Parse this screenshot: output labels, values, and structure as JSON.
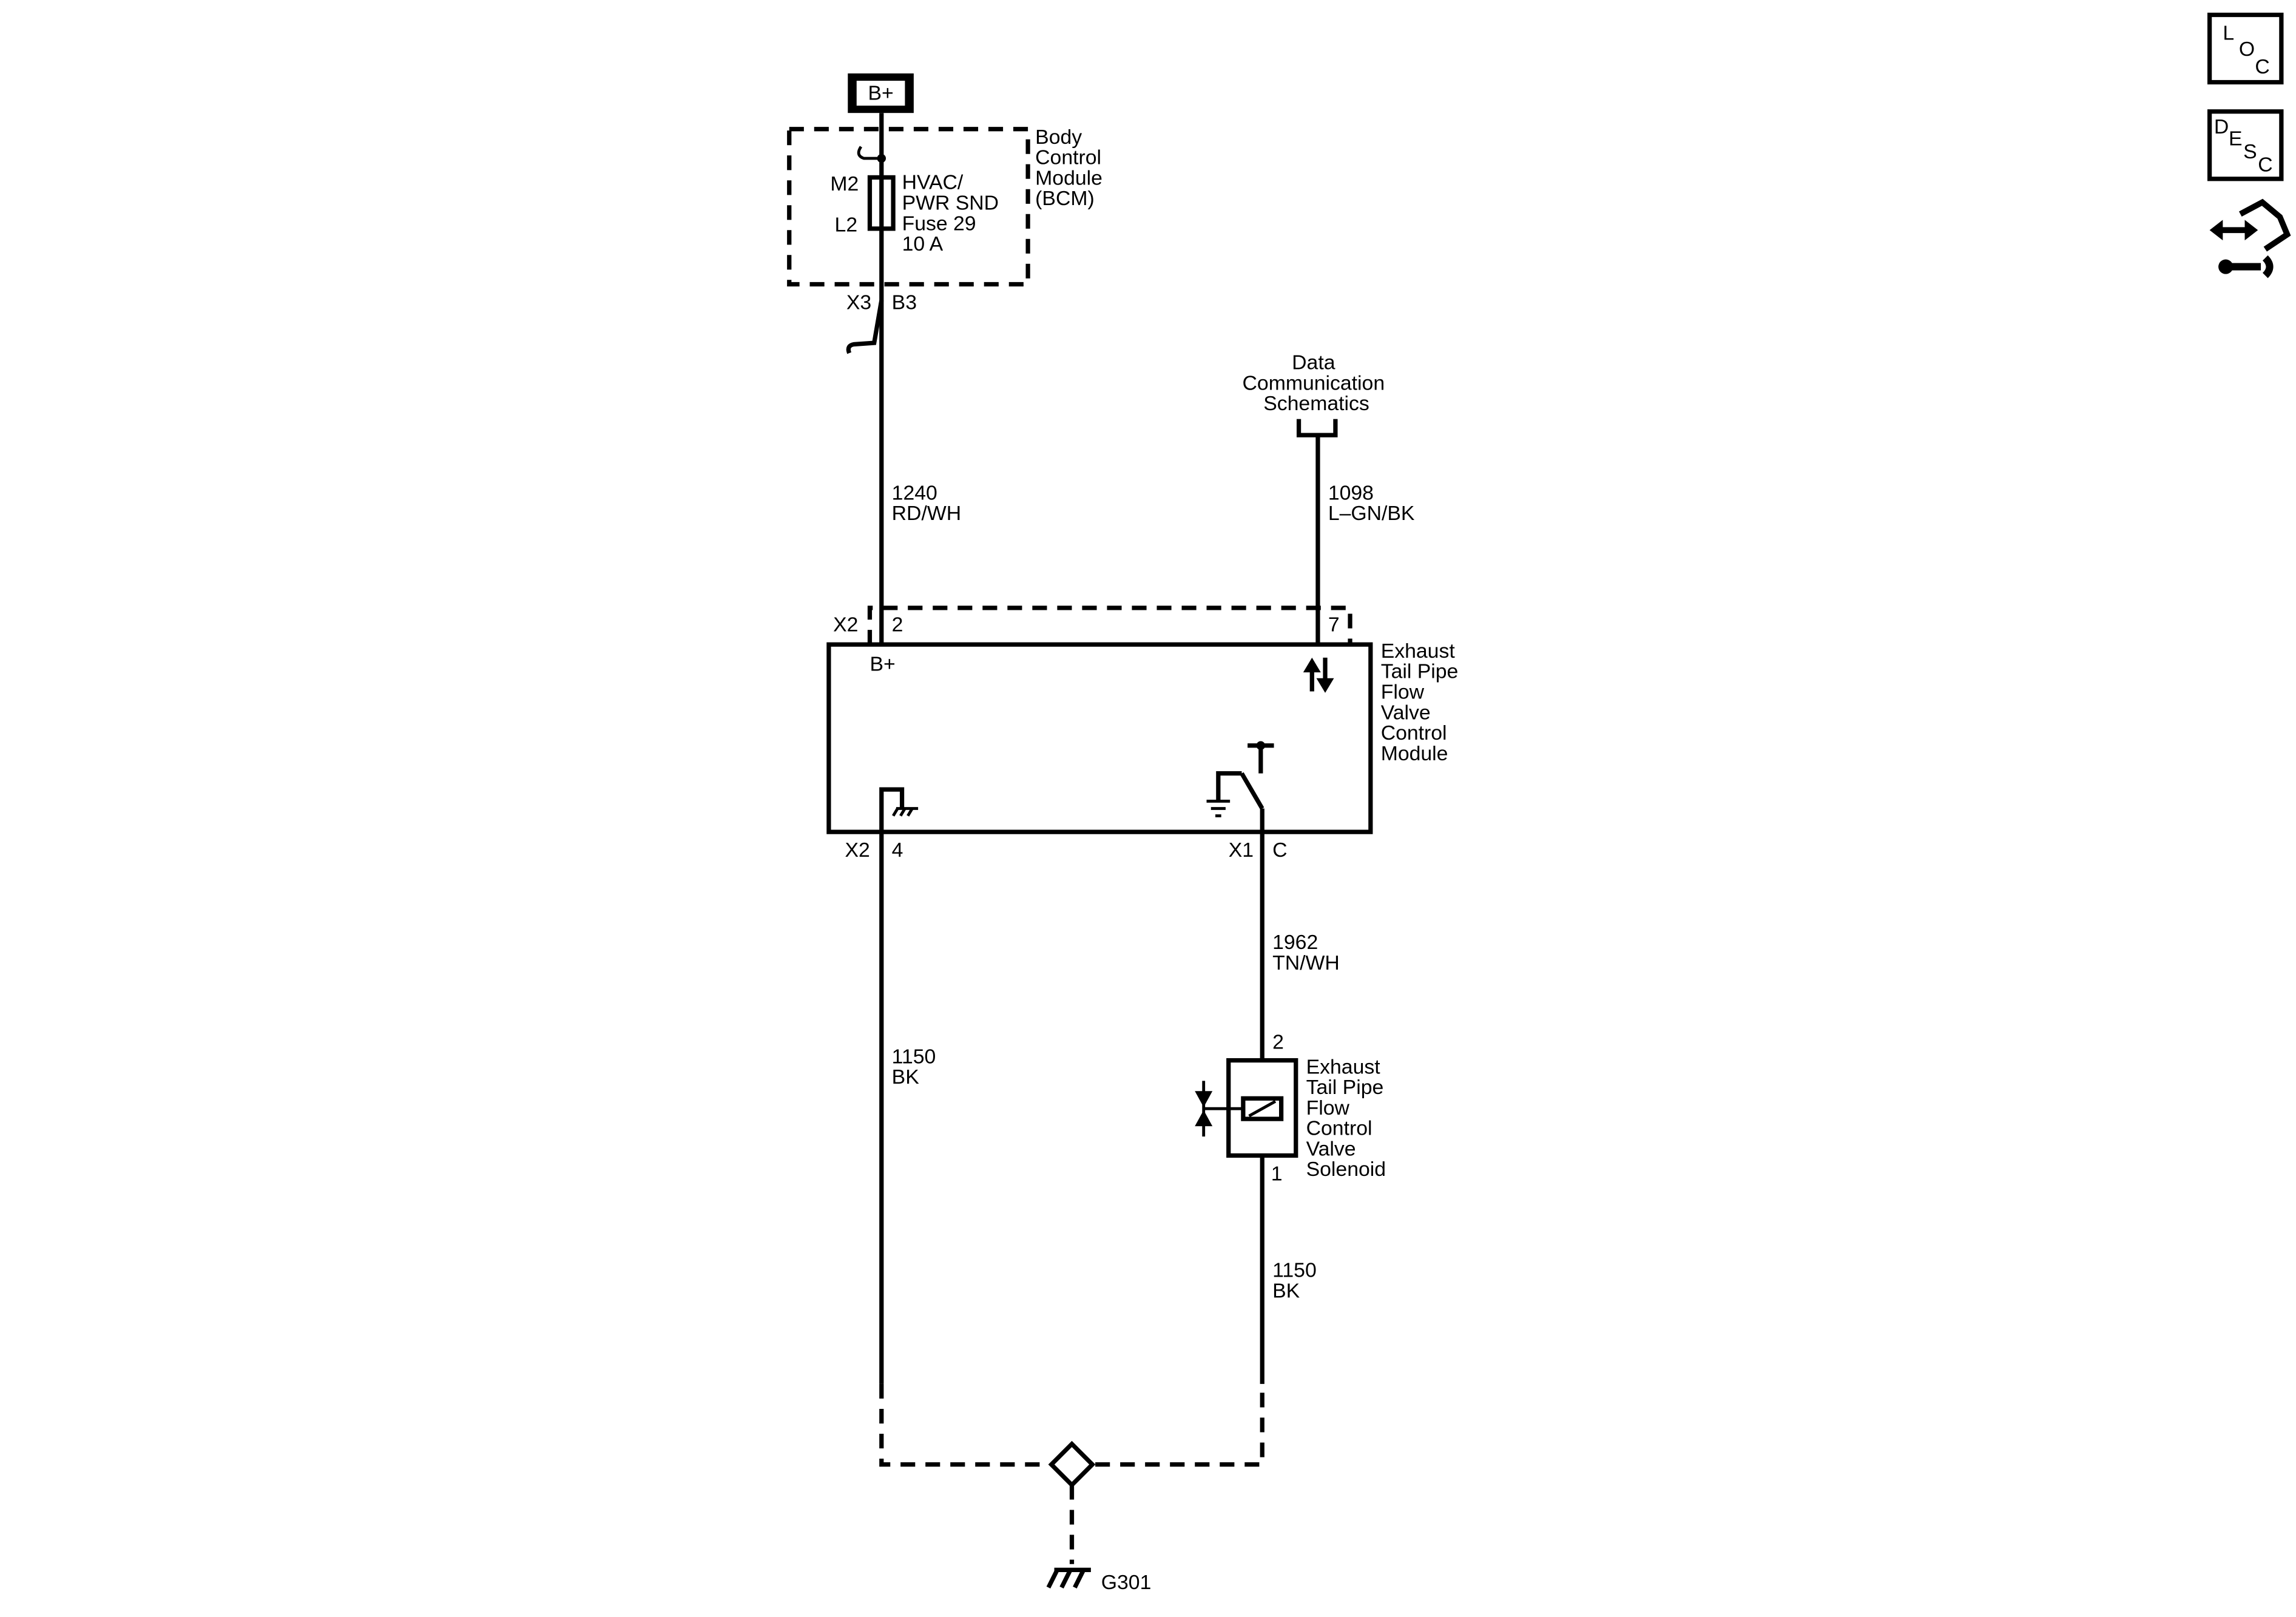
{
  "power": {
    "label": "B+"
  },
  "bcm": {
    "name_lines": [
      "Body",
      "Control",
      "Module",
      "(BCM)"
    ],
    "fuse_lines": [
      "HVAC/",
      "PWR SND",
      "Fuse 29",
      "10 A"
    ],
    "fuse_pins": [
      "M2",
      "L2"
    ],
    "connector": "X3",
    "pin": "B3"
  },
  "data_comm": {
    "lines": [
      "Data",
      "Communication",
      "Schematics"
    ]
  },
  "wires": {
    "w1240": {
      "circuit": "1240",
      "color": "RD/WH"
    },
    "w1098": {
      "circuit": "1098",
      "color": "L–GN/BK"
    },
    "w1962": {
      "circuit": "1962",
      "color": "TN/WH"
    },
    "w1150_left": {
      "circuit": "1150",
      "color": "BK"
    },
    "w1150_right": {
      "circuit": "1150",
      "color": "BK"
    }
  },
  "module": {
    "name_lines": [
      "Exhaust",
      "Tail Pipe",
      "Flow",
      "Valve",
      "Control",
      "Module"
    ],
    "x2_top_conn": "X2",
    "pin_2": "2",
    "pin_7": "7",
    "bplus": "B+",
    "x2_bottom_conn": "X2",
    "pin_4": "4",
    "x1_conn": "X1",
    "pin_c": "C"
  },
  "solenoid": {
    "name_lines": [
      "Exhaust",
      "Tail Pipe",
      "Flow",
      "Control",
      "Valve",
      "Solenoid"
    ],
    "pin_top": "2",
    "pin_bottom": "1"
  },
  "ground": {
    "label": "G301"
  },
  "side_icons": [
    {
      "name": "loc-icon",
      "letters": [
        "L",
        "O",
        "C"
      ]
    },
    {
      "name": "desc-icon",
      "letters": [
        "D",
        "E",
        "S",
        "C"
      ]
    },
    {
      "name": "connector-repair-icon"
    }
  ]
}
